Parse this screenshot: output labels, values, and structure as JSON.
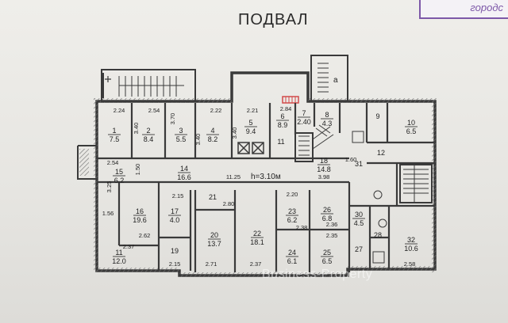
{
  "title": "ПОДВАЛ",
  "corner_label": "городс",
  "height_note": "h=3.10м",
  "watermark": "Business-Property",
  "rooms": [
    {
      "id": "r1",
      "num": "1",
      "area": "7.5"
    },
    {
      "id": "r2",
      "num": "2",
      "area": "8.4"
    },
    {
      "id": "r3",
      "num": "3",
      "area": "5.5"
    },
    {
      "id": "r4",
      "num": "4",
      "area": "8.2"
    },
    {
      "id": "r5",
      "num": "5",
      "area": "9.4"
    },
    {
      "id": "r6",
      "num": "6",
      "area": "8.9"
    },
    {
      "id": "r7",
      "num": "7",
      "area": "2.40"
    },
    {
      "id": "r8",
      "num": "8",
      "area": "4.3"
    },
    {
      "id": "r9",
      "num": "9",
      "area": ""
    },
    {
      "id": "r10",
      "num": "10",
      "area": "6.5"
    },
    {
      "id": "r11",
      "num": "11",
      "area": ""
    },
    {
      "id": "r12",
      "num": "12",
      "area": ""
    },
    {
      "id": "r14",
      "num": "14",
      "area": "16.6"
    },
    {
      "id": "r15",
      "num": "15",
      "area": "6.2"
    },
    {
      "id": "r16",
      "num": "16",
      "area": "19.6"
    },
    {
      "id": "r17",
      "num": "17",
      "area": "4.0"
    },
    {
      "id": "r18",
      "num": "18",
      "area": "14.8"
    },
    {
      "id": "r19",
      "num": "19",
      "area": ""
    },
    {
      "id": "r19b",
      "num": "11",
      "area": "12.0"
    },
    {
      "id": "r20",
      "num": "20",
      "area": "13.7"
    },
    {
      "id": "r21",
      "num": "21",
      "area": ""
    },
    {
      "id": "r22",
      "num": "22",
      "area": "18.1"
    },
    {
      "id": "r23",
      "num": "23",
      "area": "6.2"
    },
    {
      "id": "r24",
      "num": "24",
      "area": "6.1"
    },
    {
      "id": "r25",
      "num": "25",
      "area": "6.5"
    },
    {
      "id": "r26",
      "num": "26",
      "area": "6.8"
    },
    {
      "id": "r27",
      "num": "27",
      "area": ""
    },
    {
      "id": "r28",
      "num": "28",
      "area": ""
    },
    {
      "id": "r29",
      "num": "30",
      "area": "4.5"
    },
    {
      "id": "r31",
      "num": "31",
      "area": ""
    },
    {
      "id": "r32",
      "num": "32",
      "area": "10.6"
    }
  ],
  "dims": {
    "d224": "2.24",
    "d254": "2.54",
    "d370": "3.70",
    "d222": "2.22",
    "d221": "2.21",
    "d284": "2.84",
    "d340a": "3.40",
    "d340b": "3.40",
    "d340c": "3.40",
    "d254b": "2.54",
    "d150": "1.50",
    "d1125": "11.25",
    "d398": "3.98",
    "d160": "1.60",
    "d215": "2.15",
    "d280": "2.80",
    "d220": "2.20",
    "d262": "2.62",
    "d237": "2.37",
    "d271": "2.71",
    "d237b": "2.37",
    "d238": "2.38",
    "d235": "2.35",
    "d258": "2.58",
    "d156": "1.56",
    "d325": "3.25",
    "d215b": "2.15",
    "d236": "2.36"
  },
  "colors": {
    "wall": "#3a3a3a",
    "hatch": "#7a7a7a",
    "vent": "#d24a4a",
    "tag": "#7d58a8"
  }
}
